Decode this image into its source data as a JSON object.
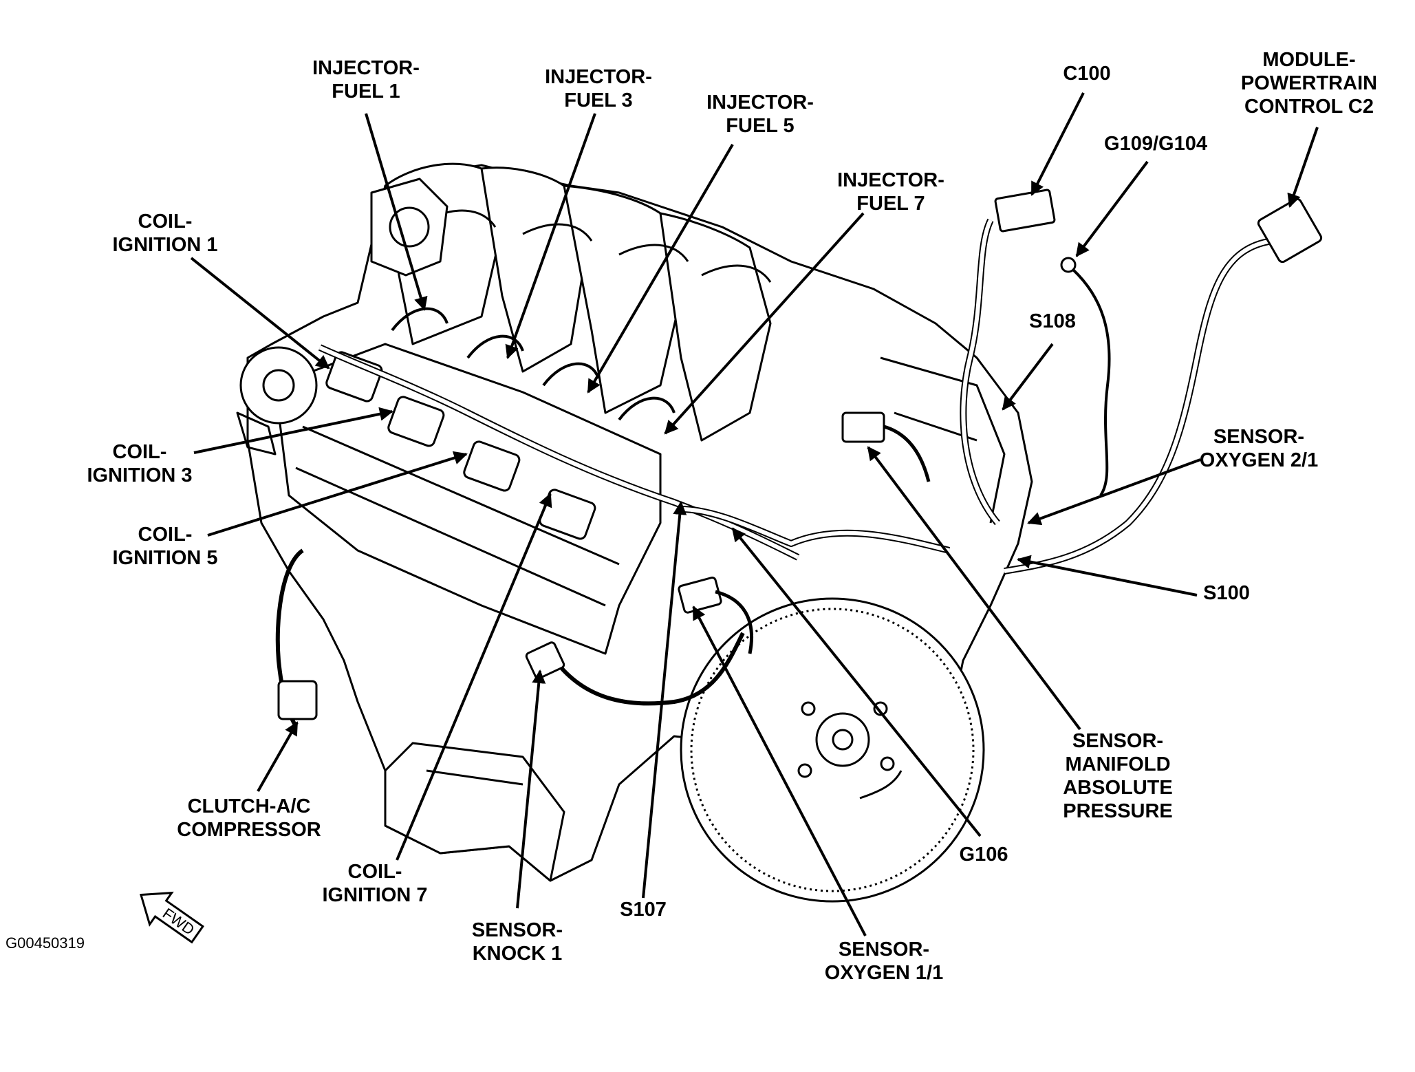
{
  "labels": {
    "injector_fuel_1": [
      "INJECTOR-",
      "FUEL 1"
    ],
    "injector_fuel_3": [
      "INJECTOR-",
      "FUEL 3"
    ],
    "injector_fuel_5": [
      "INJECTOR-",
      "FUEL 5"
    ],
    "injector_fuel_7": [
      "INJECTOR-",
      "FUEL 7"
    ],
    "c100": [
      "C100"
    ],
    "module_pcm_c2": [
      "MODULE-",
      "POWERTRAIN",
      "CONTROL C2"
    ],
    "g109_g104": [
      "G109/G104"
    ],
    "coil_ignition_1": [
      "COIL-",
      "IGNITION 1"
    ],
    "coil_ignition_3": [
      "COIL-",
      "IGNITION 3"
    ],
    "coil_ignition_5": [
      "COIL-",
      "IGNITION 5"
    ],
    "coil_ignition_7": [
      "COIL-",
      "IGNITION 7"
    ],
    "s108": [
      "S108"
    ],
    "sensor_oxygen_2_1": [
      "SENSOR-",
      "OXYGEN 2/1"
    ],
    "s100": [
      "S100"
    ],
    "sensor_map": [
      "SENSOR-",
      "MANIFOLD",
      "ABSOLUTE",
      "PRESSURE"
    ],
    "g106": [
      "G106"
    ],
    "sensor_oxygen_1_1": [
      "SENSOR-",
      "OXYGEN 1/1"
    ],
    "s107": [
      "S107"
    ],
    "sensor_knock_1": [
      "SENSOR-",
      "KNOCK 1"
    ],
    "clutch_ac_compressor": [
      "CLUTCH-A/C",
      "COMPRESSOR"
    ]
  },
  "fwd_arrow_text": "FWD",
  "figure_id": "G00450319",
  "colors": {
    "ink": "#000000",
    "paper": "#ffffff"
  }
}
